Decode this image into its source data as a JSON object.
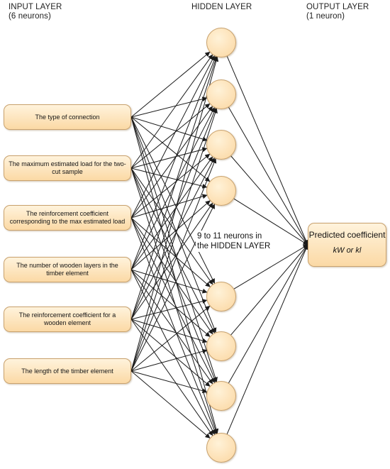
{
  "layers": {
    "input": {
      "title": "INPUT LAYER",
      "subtitle": "(6 neurons)"
    },
    "hidden": {
      "title": "HIDDEN LAYER"
    },
    "output": {
      "title": "OUTPUT LAYER",
      "subtitle": "(1 neuron)"
    }
  },
  "inputs": [
    "The type of connection",
    "The maximum estimated load for the two-cut sample",
    "The reinforcement coefficient corresponding to the max estimated load",
    "The number of wooden layers in the timber element",
    "The reinforcement coefficient for a wooden element",
    "The length of the timber element"
  ],
  "hidden_note": {
    "line1": "9 to 11 neurons in",
    "line2": "the HIDDEN LAYER"
  },
  "output": {
    "title": "Predicted coefficient",
    "formula": "kW or kl"
  },
  "colors": {
    "node_fill_top": "#fff3dc",
    "node_fill_bottom": "#fbd9a5",
    "node_border": "#c9a26e",
    "connection": "#1a1a1a"
  }
}
